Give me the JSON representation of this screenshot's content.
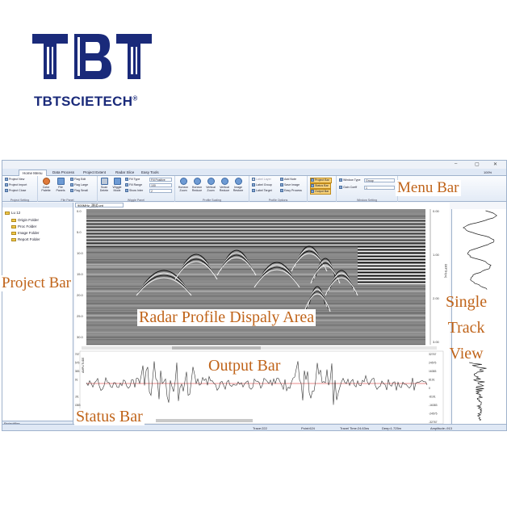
{
  "brand": {
    "logo_text": "TBT",
    "name": "TBTSCIETECH",
    "mark": "®",
    "color": "#1a2a7a"
  },
  "window": {
    "zoom": "100%",
    "controls": [
      "–",
      "▢",
      "✕"
    ]
  },
  "ribbon": {
    "tabs": [
      "Home Menu",
      "Data Process",
      "Project Extent",
      "Radar Slice",
      "Easy Tools"
    ],
    "project_setting": {
      "label": "Project Setting",
      "items": [
        "Project New",
        "Project Import",
        "Project Close"
      ]
    },
    "file_panel": {
      "label": "File Panel",
      "buttons": [
        "Color Palette",
        "File Panels"
      ],
      "flags": [
        "Flag Edit",
        "Flag Large",
        "Flag Small"
      ]
    },
    "wiggle_panel": {
      "label": "Wiggle Panel",
      "buttons": [
        "Scan Delete",
        "Wiggle Mode"
      ],
      "rows": [
        "Fill Type",
        "Fill Range",
        "Show Inter"
      ],
      "values": [
        "Fill Positive",
        "100",
        "2"
      ]
    },
    "profile_scaling": {
      "label": "Profile Scaling",
      "buttons": [
        "Horizon Zoom",
        "Horizon Reduce",
        "Vertical Zoom",
        "Vertical Reduce",
        "Image Restore"
      ]
    },
    "profile_options": {
      "label": "Profile Options",
      "col1": [
        "Label Layer",
        "Label Group",
        "Label Target"
      ],
      "col2": [
        "Add Note",
        "Save Image",
        "Easy Process"
      ]
    },
    "bars": {
      "items": [
        "Project Bar",
        "Status Bar",
        "Output Bar"
      ]
    },
    "window_setting": {
      "label": "Window Setting",
      "rows": [
        "Window Type",
        "Gain Coeff"
      ],
      "values": [
        "Group",
        "1"
      ]
    }
  },
  "project_panel": {
    "root": "Lu 12",
    "folders": [
      "Origin Folder",
      "Proc Folder",
      "Image Folder",
      "Report Folder"
    ],
    "footer": "Projectfiles"
  },
  "profile": {
    "doc_tab": "900MHz_测试.unt",
    "depth_ticks": [
      "0.0",
      "5.0",
      "10.0",
      "15.0",
      "20.0",
      "25.0",
      "30.0"
    ],
    "right_ticks": [
      "0.00",
      "1.00",
      "2.00",
      "3.00"
    ],
    "right_axis_label": "DEPTH(m)"
  },
  "output": {
    "ticks_left": [
      "32767",
      "24575",
      "16383",
      "8191",
      "0",
      "-8191",
      "-16383",
      "-24575",
      "-32767"
    ],
    "axis_label": "AMPLITUDE"
  },
  "status": {
    "trace": "Trace:222",
    "point": "Point:624",
    "travel_time": "Travel Time:24.63ns",
    "deep": "Deep:1.725m",
    "amplitude": "Amplitude:-913"
  },
  "callouts": {
    "menu_bar": "Menu Bar",
    "project_bar": "Project Bar",
    "display_area": "Radar Profile Dispaly Area",
    "single_track": "Single\nTrack\nView",
    "output_bar": "Output Bar",
    "status_bar": "Status Bar",
    "color": "#c0641a"
  }
}
